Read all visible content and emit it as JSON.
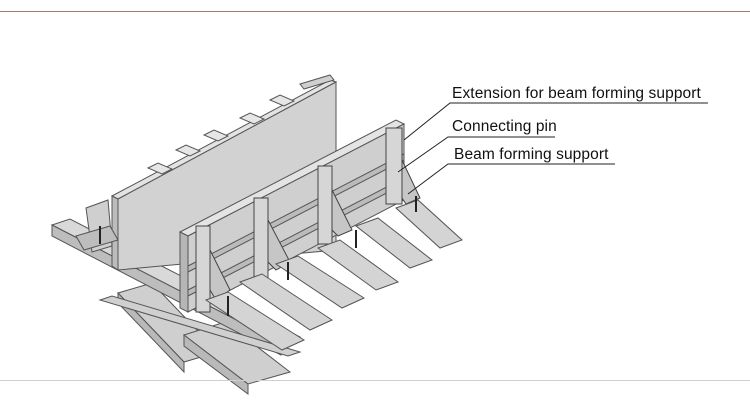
{
  "callouts": {
    "extension_label": "Extension for beam forming support",
    "connecting_pin_label": "Connecting pin",
    "beam_forming_support_label": "Beam forming support"
  }
}
